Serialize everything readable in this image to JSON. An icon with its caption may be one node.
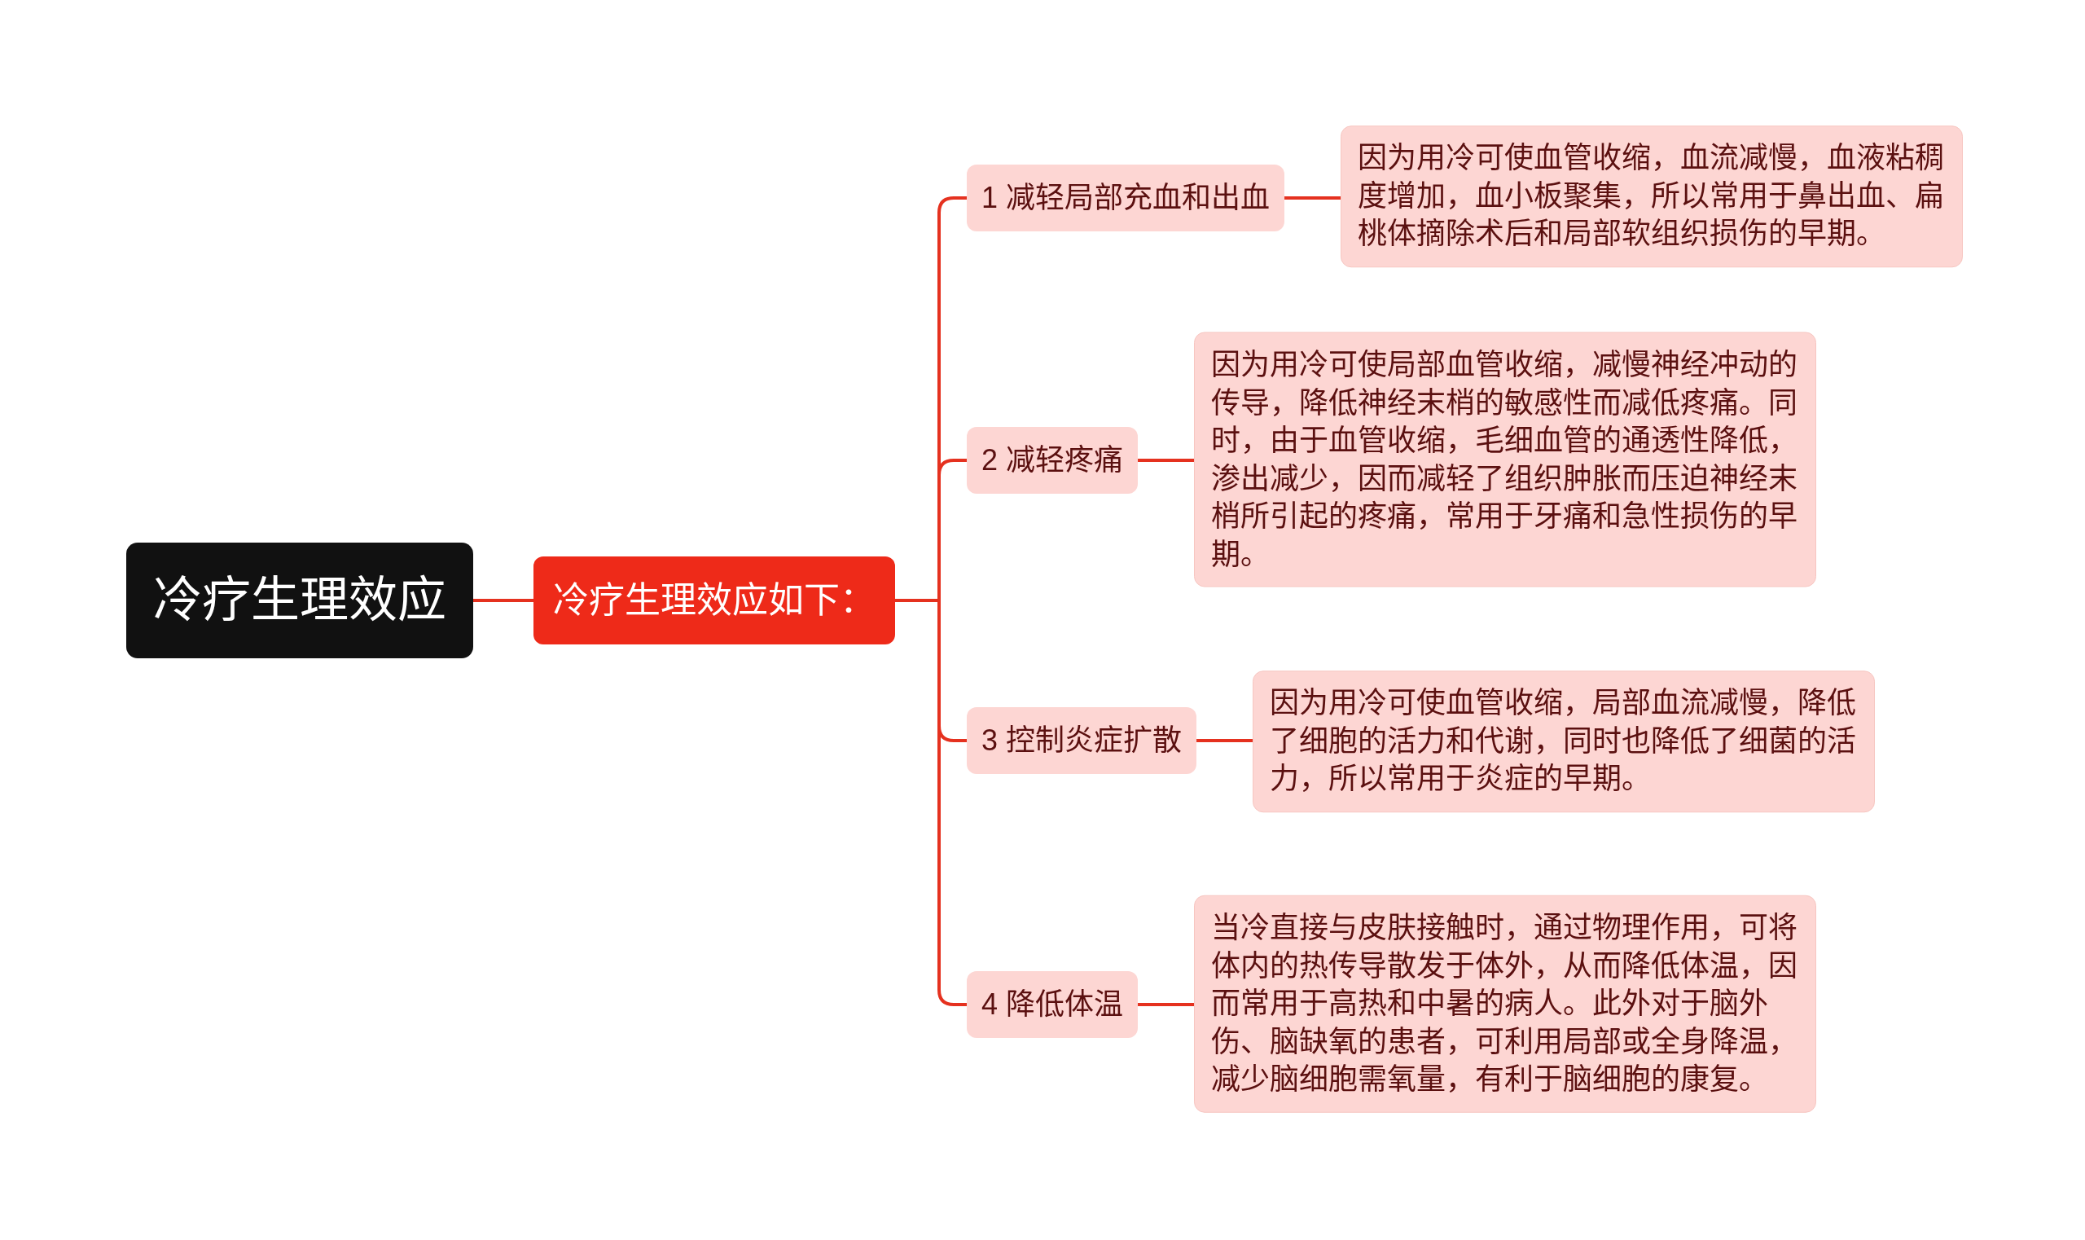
{
  "diagram": {
    "nodes": [
      {
        "text": [
          "冷疗生理效应"
        ]
      },
      {
        "text": [
          "冷疗生理效应如下："
        ]
      },
      {
        "text": [
          "1 减轻局部充血和出血"
        ]
      },
      {
        "text": [
          "因为用冷可使血管收缩，血流减慢，血液粘稠度增加，血小板聚集，所以常用于鼻出血、扁桃体摘除术后和局部软组织损伤的早期。"
        ]
      },
      {
        "text": [
          "2 减轻疼痛"
        ]
      },
      {
        "text": [
          "因为用冷可使局部血管收缩，减慢神经冲动的传导，降低神经末梢的敏感性而减低疼痛。同时，由于血管收缩，毛细血管的通透性降低，渗出减少，因而减轻了组织肿胀而压迫神经末梢所引起的疼痛，常用于牙痛和急性损伤的早期。"
        ]
      },
      {
        "text": [
          "3 控制炎症扩散"
        ]
      },
      {
        "text": [
          "因为用冷可使血管收缩，局部血流减慢，降低了细胞的活力和代谢，同时也降低了细菌的活力，所以常用于炎症的早期。"
        ]
      },
      {
        "text": [
          "4 降低体温"
        ]
      },
      {
        "text": [
          "当冷直接与皮肤接触时，通过物理作用，可将体内的热传导散发于体外，从而降低体温，因而常用于高热和中暑的病人。此外对于脑外伤、脑缺氧的患者，可利用局部或全身降温，减少脑细胞需氧量，有利于脑细胞的康复。"
        ]
      }
    ],
    "edges": [
      {
        "from": 0,
        "to": 1,
        "arrow": "none"
      },
      {
        "from": 1,
        "to": 2,
        "arrow": "none"
      },
      {
        "from": 2,
        "to": 3,
        "arrow": "none"
      },
      {
        "from": 1,
        "to": 4,
        "arrow": "none"
      },
      {
        "from": 4,
        "to": 5,
        "arrow": "none"
      },
      {
        "from": 1,
        "to": 6,
        "arrow": "none"
      },
      {
        "from": 6,
        "to": 7,
        "arrow": "none"
      },
      {
        "from": 1,
        "to": 8,
        "arrow": "none"
      },
      {
        "from": 8,
        "to": 9,
        "arrow": "none"
      }
    ]
  }
}
